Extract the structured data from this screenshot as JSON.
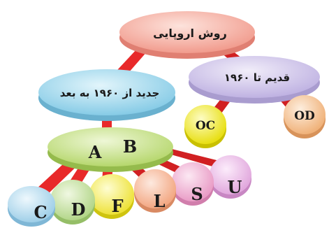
{
  "nodes": {
    "root": "روش اروپایی",
    "modern": "جدید از ۱۹۶۰ به بعد",
    "old": "قدیم تا ۱۹۶۰",
    "ab_left": "A",
    "ab_right": "B",
    "oc": "OC",
    "od": "OD",
    "c": "C",
    "d": "D",
    "f": "F",
    "l": "L",
    "s": "S",
    "u": "U"
  },
  "colors": {
    "connector": "#e8292a",
    "root": "#f6b1a6",
    "modern": "#a8dcef",
    "old": "#d6ccec",
    "ab": "#cfe59a",
    "oc": "#f3ee45",
    "od": "#f6c79c",
    "c": "#b9dcef",
    "d": "#c9e3a4",
    "f": "#f6f06a",
    "l": "#f8c0a4",
    "s": "#f1b8d8",
    "u": "#f0c6ee"
  }
}
